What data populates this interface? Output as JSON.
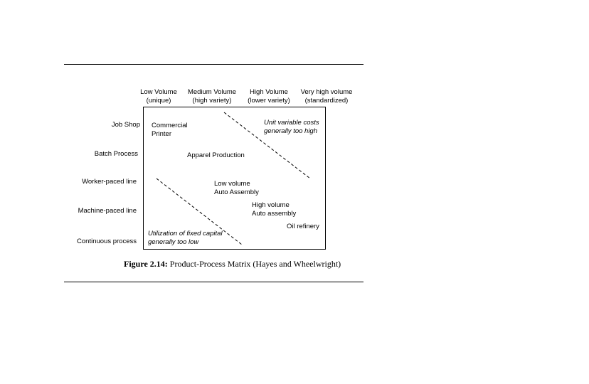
{
  "columns": [
    {
      "line1": "Low Volume",
      "line2": "(unique)"
    },
    {
      "line1": "Medium Volume",
      "line2": "(high variety)"
    },
    {
      "line1": "High Volume",
      "line2": "(lower variety)"
    },
    {
      "line1": "Very high volume",
      "line2": "(standardized)"
    }
  ],
  "rows": [
    "Job Shop",
    "Batch Process",
    "Worker-paced line",
    "Machine-paced line",
    "Continuous process"
  ],
  "cells": {
    "commercial_printer": {
      "line1": "Commercial",
      "line2": "Printer"
    },
    "apparel_production": "Apparel Production",
    "low_volume_auto": {
      "line1": "Low volume",
      "line2": "Auto Assembly"
    },
    "high_volume_auto": {
      "line1": "High volume",
      "line2": "Auto assembly"
    },
    "oil_refinery": "Oil refinery"
  },
  "annotations": {
    "upper": {
      "line1": "Unit variable costs",
      "line2": "generally too high"
    },
    "lower": {
      "line1": "Utilization of fixed capital",
      "line2": "generally too low"
    }
  },
  "caption": {
    "label": "Figure 2.14:",
    "text": " Product-Process Matrix (Hayes and Wheelwright)"
  }
}
